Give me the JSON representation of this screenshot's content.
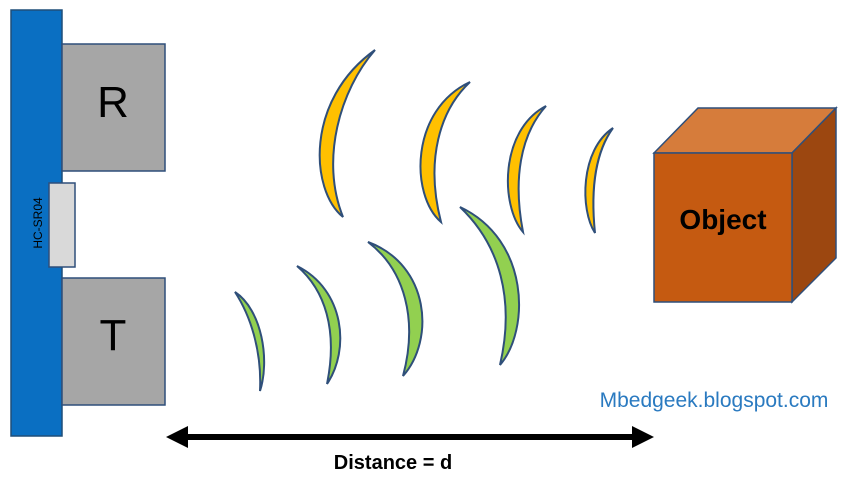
{
  "sensor": {
    "model_label": "HC-SR04",
    "receiver_label": "R",
    "transmitter_label": "T"
  },
  "object": {
    "label": "Object"
  },
  "distance": {
    "label": "Distance = d"
  },
  "website": {
    "label": "Mbedgeek.blogspot.com"
  },
  "colors": {
    "sensor_board": "#0a6fc2",
    "sensor_box": "#a6a6a6",
    "sensor_connector": "#d9d9d9",
    "reflected_wave": "#ffc000",
    "transmitted_wave": "#92d050",
    "outline": "#2f4f7a",
    "object_front": "#c55a11",
    "object_top": "#d67c3b",
    "object_side": "#9c4710",
    "website_text": "#2a7ac0"
  }
}
